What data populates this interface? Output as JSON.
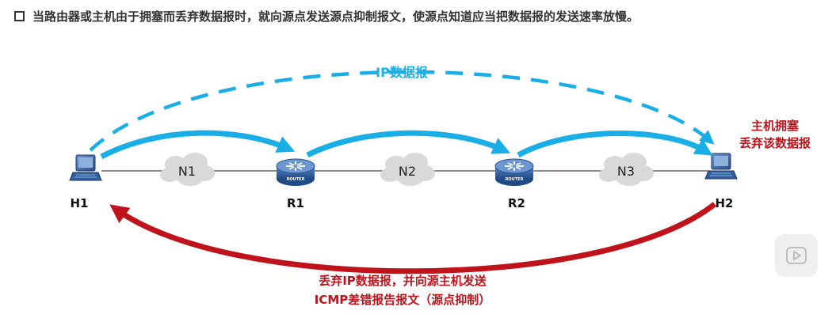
{
  "heading": "当路由器或主机由于拥塞而丢弃数据报时，就向源点发送源点抑制报文，使源点知道应当把数据报的发送速率放慢。",
  "nodes": {
    "h1": "H1",
    "r1": "R1",
    "r2": "R2",
    "h2": "H2"
  },
  "router_badge": "ROUTER",
  "networks": {
    "n1": "N1",
    "n2": "N2",
    "n3": "N3"
  },
  "labels": {
    "ip_datagram": "IP数据报",
    "congestion_line1": "主机拥塞",
    "congestion_line2": "丢弃该数据报",
    "icmp_line1": "丢弃IP数据报，并向源主机发送",
    "icmp_line2": "ICMP差错报告报文（源点抑制）"
  },
  "colors": {
    "blue": "#1aaee6",
    "red": "#c0121b",
    "cloud": "#d9d9d9",
    "router": "#2f5f9e"
  }
}
